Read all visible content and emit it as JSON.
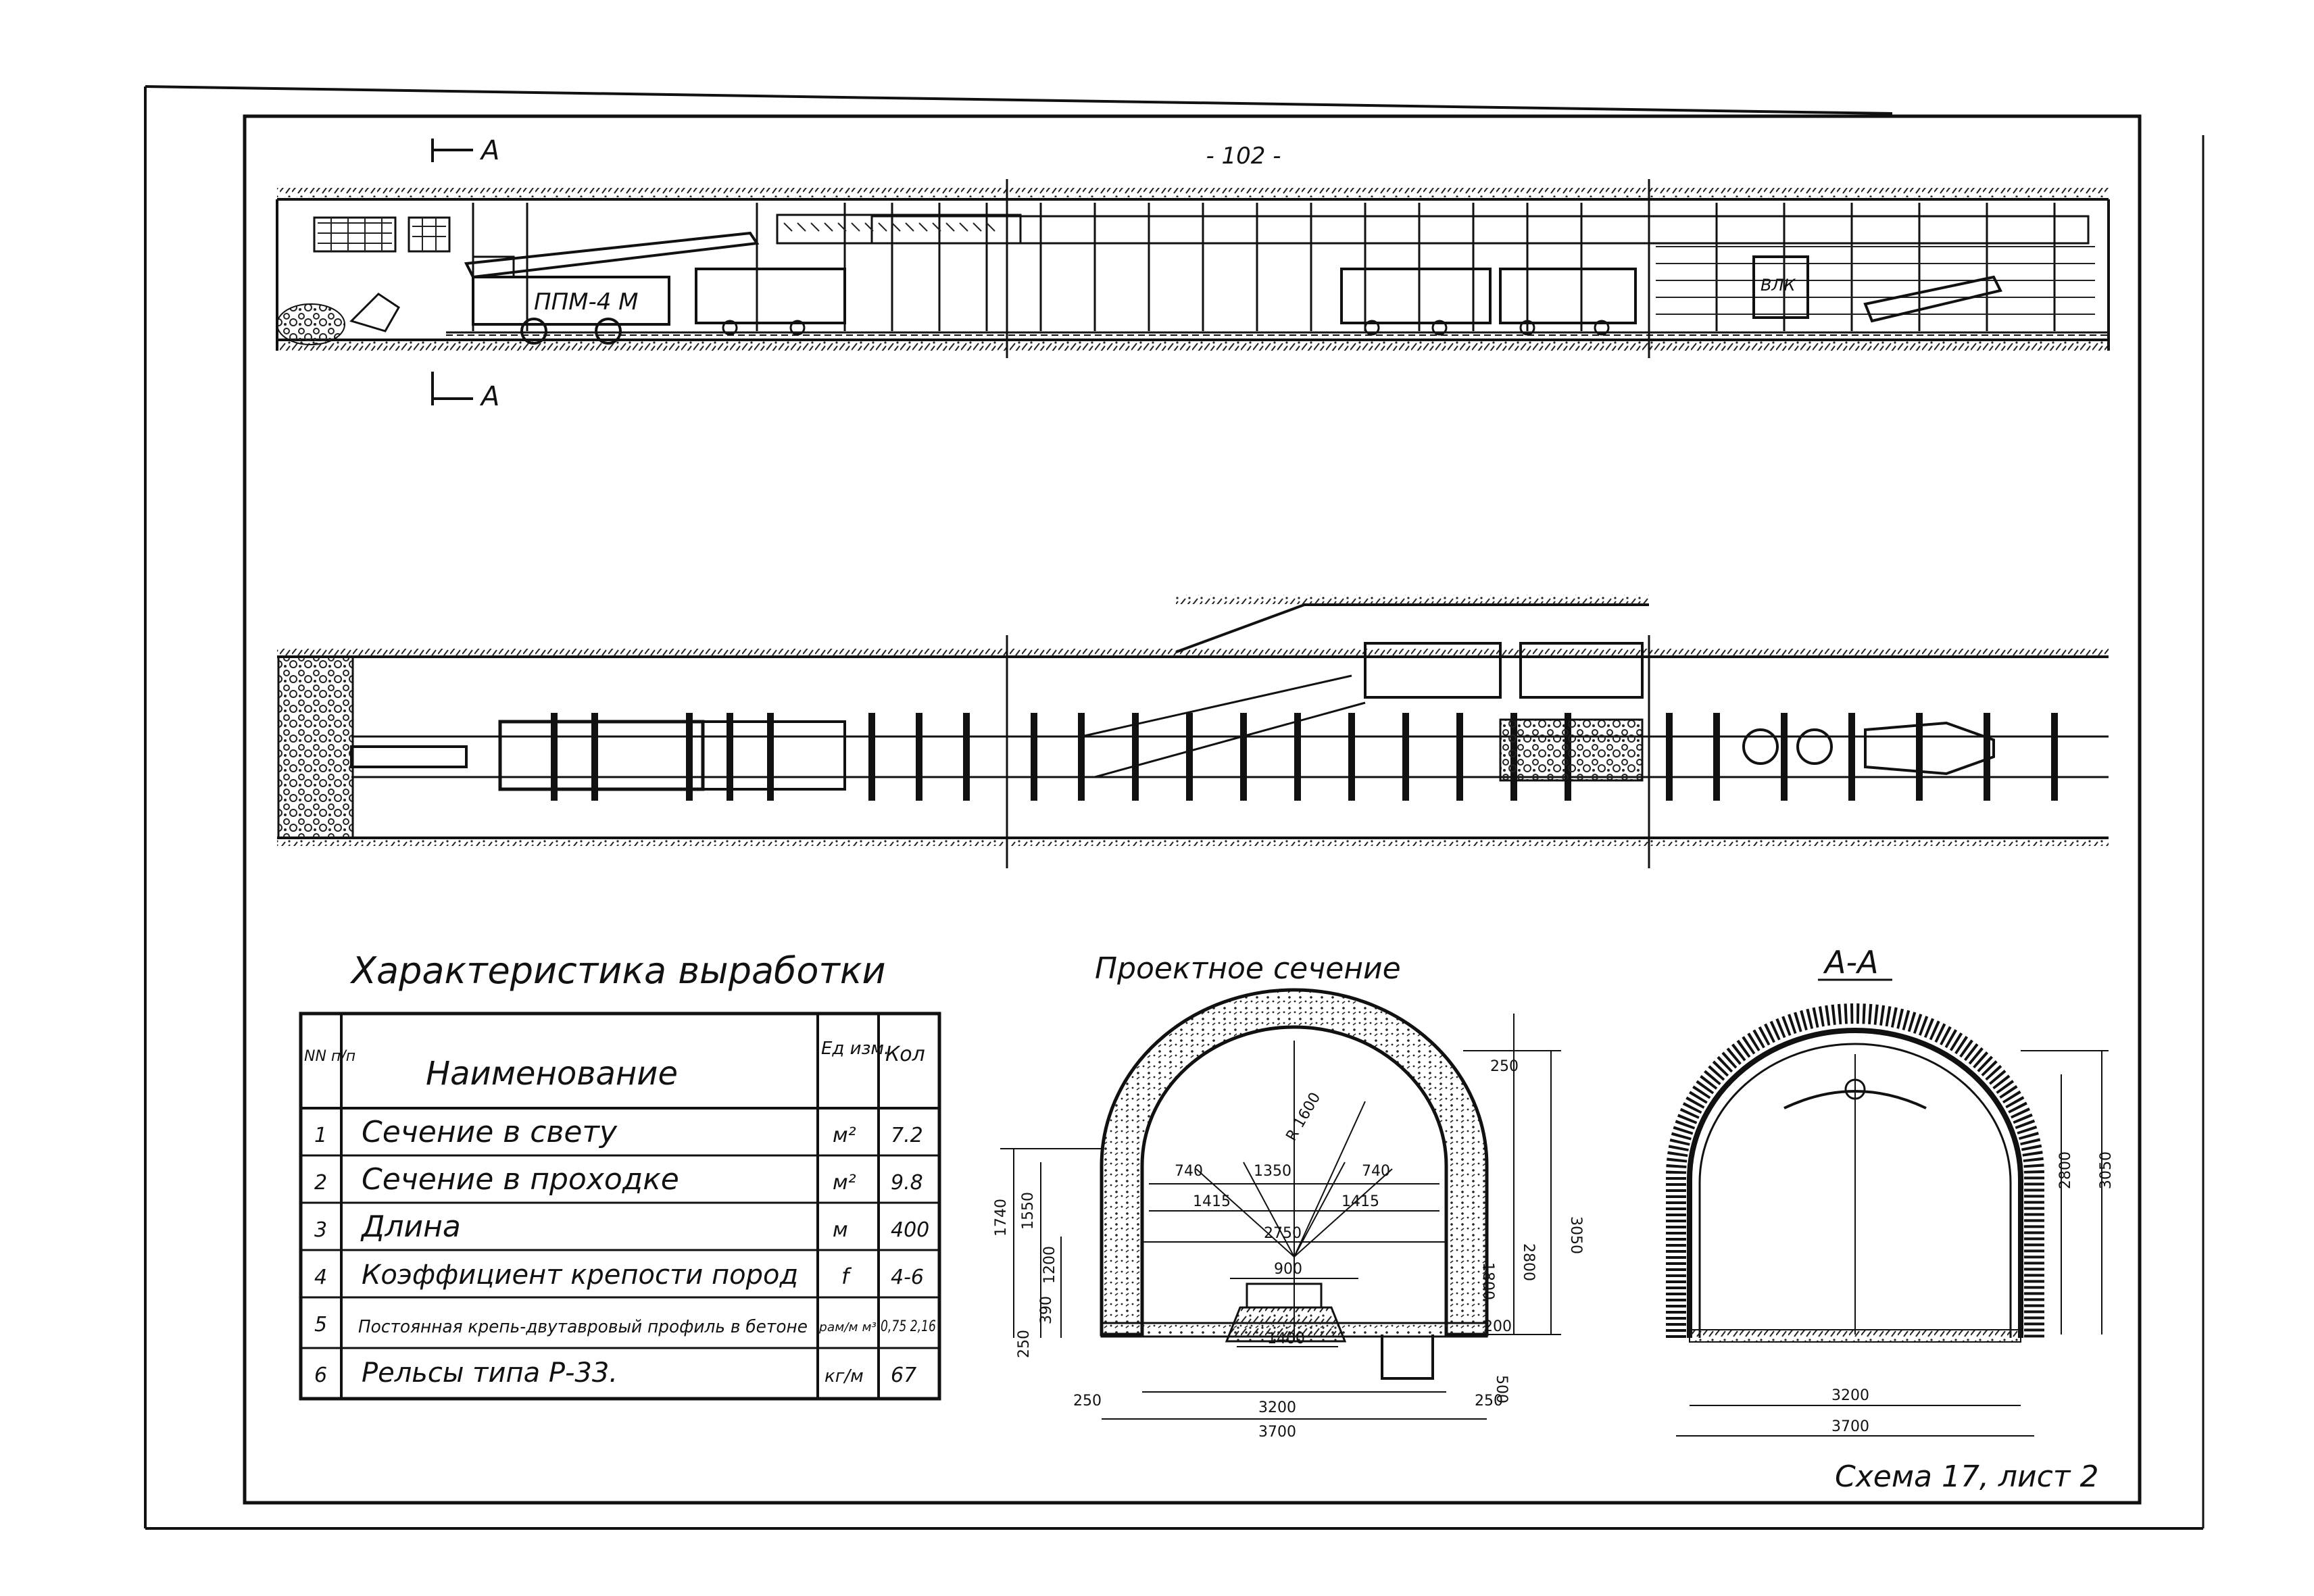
{
  "page_number": "- 102 -",
  "section_marks": {
    "top": "A",
    "bottom": "A"
  },
  "machines": {
    "loader": "ППМ-4 М",
    "winch": "ВЛК"
  },
  "table": {
    "title": "Характеристика выработки",
    "headers": {
      "num": "NN п/п",
      "name": "Наименование",
      "unit": "Ед изм.",
      "qty": "Кол"
    },
    "rows": [
      {
        "num": "1",
        "name": "Сечение в свету",
        "unit": "м²",
        "qty": "7.2"
      },
      {
        "num": "2",
        "name": "Сечение в проходке",
        "unit": "м²",
        "qty": "9.8"
      },
      {
        "num": "3",
        "name": "Длина",
        "unit": "м",
        "qty": "400"
      },
      {
        "num": "4",
        "name": "Коэффициент крепости пород",
        "unit": "f",
        "qty": "4-6"
      },
      {
        "num": "5",
        "name": "Постоянная крепь-двутавровый профиль в бетоне",
        "unit": "рам/м м³",
        "qty": "0,75 2,16"
      },
      {
        "num": "6",
        "name": "Рельсы типа Р-33.",
        "unit": "кг/м",
        "qty": "67"
      }
    ]
  },
  "design_section": {
    "title": "Проектное сечение",
    "dims": {
      "top_thickness": "250",
      "total_height": "3050",
      "inner_height": "2800",
      "wall_height": "1800",
      "left_outer": "1740",
      "left_inner": "1550",
      "left_low": "1200",
      "left_390": "390",
      "left_250": "250",
      "radius": "R 1600",
      "d740_left": "740",
      "d1350": "1350",
      "d740_right": "740",
      "d1415_left": "1415",
      "d1415_right": "1415",
      "d2750": "2750",
      "d900": "900",
      "d1400": "1400",
      "d200": "200",
      "d500": "500",
      "d250_bottom_left": "250",
      "d250_bottom_right": "250",
      "width_inner": "3200",
      "width_outer": "3700"
    }
  },
  "section_aa": {
    "title": "А-А",
    "dims": {
      "inner_height": "2800",
      "total_height": "3050",
      "width_inner": "3200",
      "width_outer": "3700"
    }
  },
  "sheet_label": "Схема 17, лист 2"
}
